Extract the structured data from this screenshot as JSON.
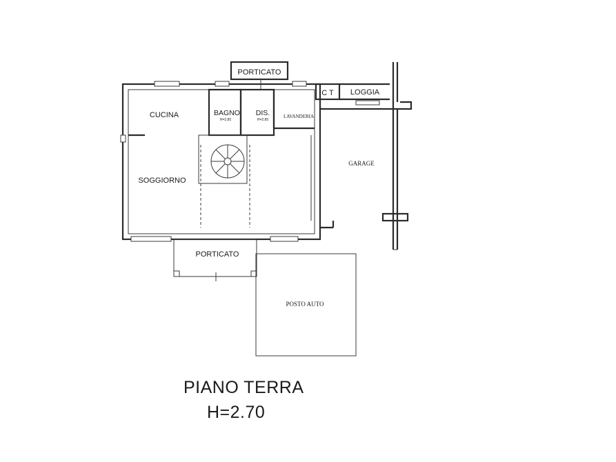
{
  "rooms": {
    "porticato_top": "PORTICATO",
    "ct": "C T",
    "loggia": "LOGGIA",
    "cucina": "CUCINA",
    "bagno": "BAGNO",
    "bagno_height": "H=2.85",
    "dis": "DIS.",
    "dis_height": "H=2.85",
    "lavanderia": "LAVANDERIA",
    "garage": "GARAGE",
    "soggiorno": "SOGGIORNO",
    "porticato_bottom": "PORTICATO",
    "posto_auto": "POSTO AUTO"
  },
  "caption": {
    "floor": "PIANO TERRA",
    "height": "H=2.70"
  }
}
